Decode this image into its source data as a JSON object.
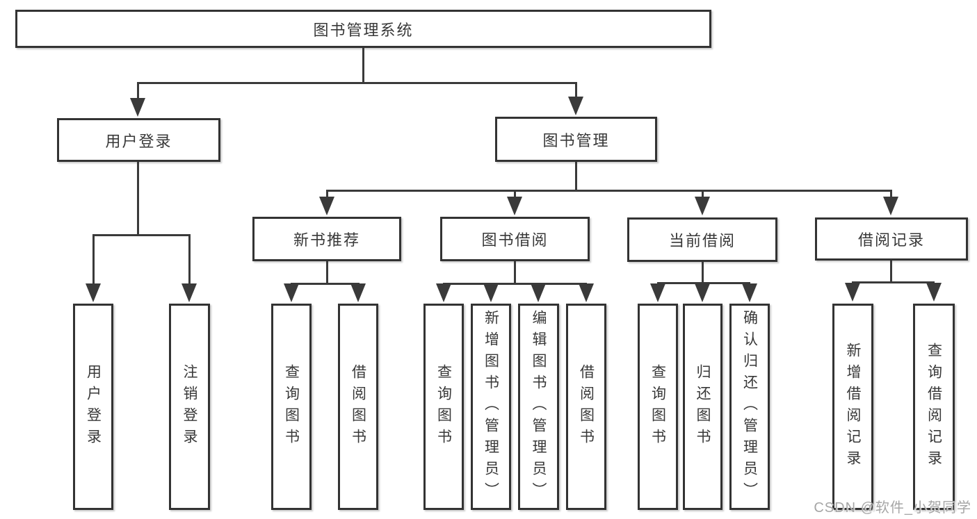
{
  "diagram": {
    "root": {
      "label": "图书管理系统"
    },
    "branches": {
      "user_login": {
        "label": "用户登录",
        "children": {
          "login": {
            "label": "用户登录"
          },
          "logout": {
            "label": "注销登录"
          }
        }
      },
      "book_management": {
        "label": "图书管理",
        "children": {
          "new_book_recommend": {
            "label": "新书推荐",
            "children": {
              "query_book": {
                "label": "查询图书"
              },
              "borrow_book": {
                "label": "借阅图书"
              }
            }
          },
          "book_borrow": {
            "label": "图书借阅",
            "children": {
              "query_book": {
                "label": "查询图书"
              },
              "add_book": {
                "label": "新增图书（管理员）"
              },
              "edit_book": {
                "label": "编辑图书（管理员）"
              },
              "borrow_book": {
                "label": "借阅图书"
              }
            }
          },
          "current_borrow": {
            "label": "当前借阅",
            "children": {
              "query_book": {
                "label": "查询图书"
              },
              "return_book": {
                "label": "归还图书"
              },
              "confirm_return": {
                "label": "确认归还（管理员）"
              }
            }
          },
          "borrow_records": {
            "label": "借阅记录",
            "children": {
              "add_record": {
                "label": "新增借阅记录"
              },
              "query_record": {
                "label": "查询借阅记录"
              }
            }
          }
        }
      }
    }
  },
  "watermark": {
    "text": "CSDN @软件_小贺同学"
  },
  "colors": {
    "line": "#3a3a3a",
    "box_border": "#333333",
    "text": "#383838",
    "watermark": "#a6a6a6",
    "background": "#ffffff"
  }
}
